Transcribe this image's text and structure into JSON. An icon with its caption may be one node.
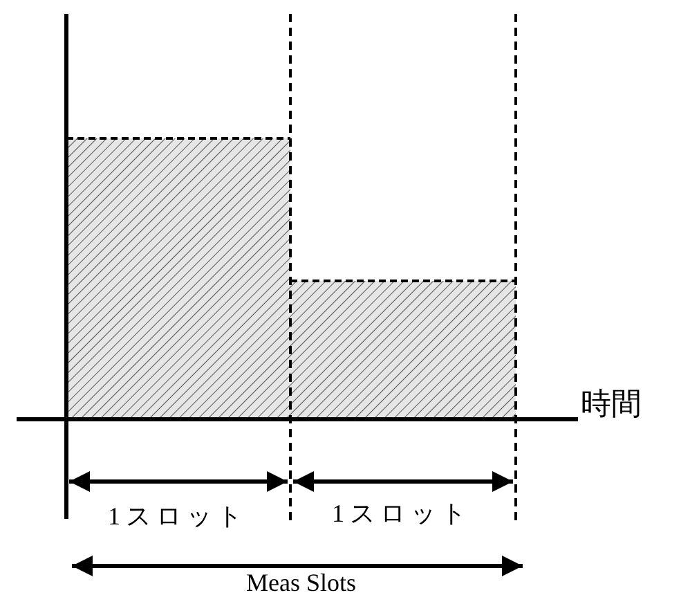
{
  "diagram": {
    "labels": [
      "時間",
      "1スロット",
      "1スロット",
      "Meas Slots"
    ]
  }
}
